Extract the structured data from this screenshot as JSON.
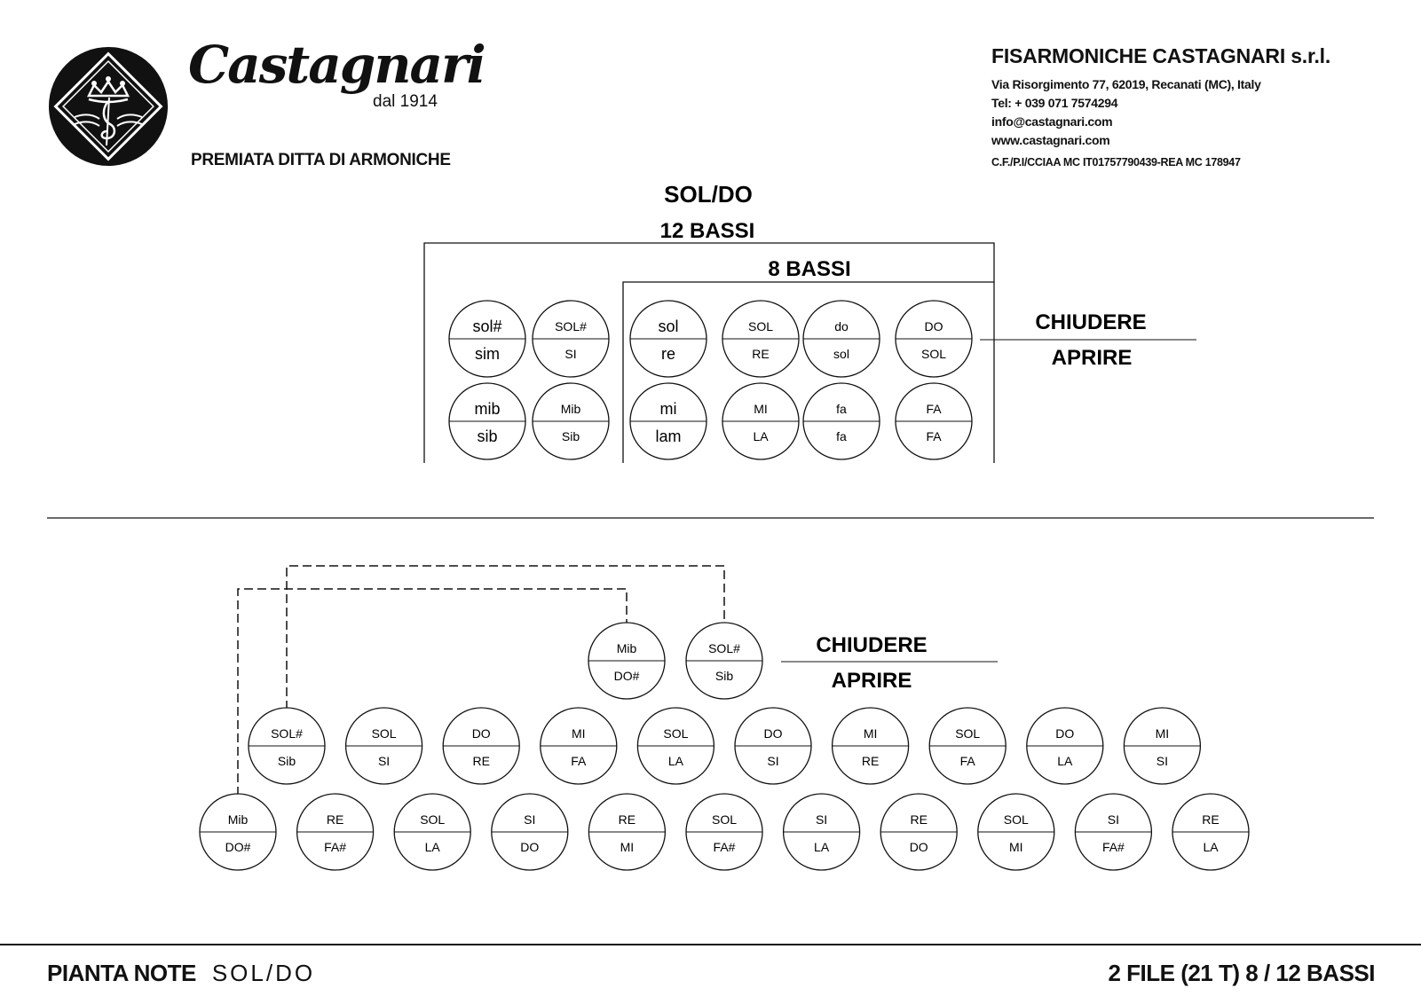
{
  "header": {
    "brand_script": "Castagnari",
    "brand_since": "dal 1914",
    "tagline": "PREMIATA DITTA DI ARMONICHE",
    "company": {
      "name": "FISARMONICHE CASTAGNARI s.r.l.",
      "address": "Via Risorgimento 77, 62019, Recanati (MC), Italy",
      "phone": "Tel: + 039 071 7574294",
      "email": "info@castagnari.com",
      "website": "www.castagnari.com",
      "registry": "C.F./P.I/CCIAA MC IT01757790439-REA MC 178947"
    }
  },
  "bass_section": {
    "title": "SOL/DO",
    "group_12_label": "12 BASSI",
    "group_8_label": "8 BASSI",
    "legend_close": "CHIUDERE",
    "legend_open": "APRIRE",
    "rows": [
      [
        {
          "top": "sol#",
          "bottom": "sim"
        },
        {
          "top": "SOL#",
          "bottom": "SI"
        },
        {
          "top": "sol",
          "bottom": "re"
        },
        {
          "top": "SOL",
          "bottom": "RE"
        },
        {
          "top": "do",
          "bottom": "sol"
        },
        {
          "top": "DO",
          "bottom": "SOL"
        }
      ],
      [
        {
          "top": "mib",
          "bottom": "sib"
        },
        {
          "top": "Mib",
          "bottom": "Sib"
        },
        {
          "top": "mi",
          "bottom": "lam"
        },
        {
          "top": "MI",
          "bottom": "LA"
        },
        {
          "top": "fa",
          "bottom": "fa"
        },
        {
          "top": "FA",
          "bottom": "FA"
        }
      ]
    ]
  },
  "treble_section": {
    "legend_close": "CHIUDERE",
    "legend_open": "APRIRE",
    "accidentals": [
      {
        "top": "Mib",
        "bottom": "DO#"
      },
      {
        "top": "SOL#",
        "bottom": "Sib"
      }
    ],
    "row_inner": [
      {
        "top": "SOL#",
        "bottom": "Sib"
      },
      {
        "top": "SOL",
        "bottom": "SI"
      },
      {
        "top": "DO",
        "bottom": "RE"
      },
      {
        "top": "MI",
        "bottom": "FA"
      },
      {
        "top": "SOL",
        "bottom": "LA"
      },
      {
        "top": "DO",
        "bottom": "SI"
      },
      {
        "top": "MI",
        "bottom": "RE"
      },
      {
        "top": "SOL",
        "bottom": "FA"
      },
      {
        "top": "DO",
        "bottom": "LA"
      },
      {
        "top": "MI",
        "bottom": "SI"
      }
    ],
    "row_outer": [
      {
        "top": "Mib",
        "bottom": "DO#"
      },
      {
        "top": "RE",
        "bottom": "FA#"
      },
      {
        "top": "SOL",
        "bottom": "LA"
      },
      {
        "top": "SI",
        "bottom": "DO"
      },
      {
        "top": "RE",
        "bottom": "MI"
      },
      {
        "top": "SOL",
        "bottom": "FA#"
      },
      {
        "top": "SI",
        "bottom": "LA"
      },
      {
        "top": "RE",
        "bottom": "DO"
      },
      {
        "top": "SOL",
        "bottom": "MI"
      },
      {
        "top": "SI",
        "bottom": "FA#"
      },
      {
        "top": "RE",
        "bottom": "LA"
      }
    ]
  },
  "footer": {
    "label": "PIANTA NOTE",
    "value": "SOL/DO",
    "spec": "2 FILE (21 T) 8 / 12 BASSI"
  }
}
